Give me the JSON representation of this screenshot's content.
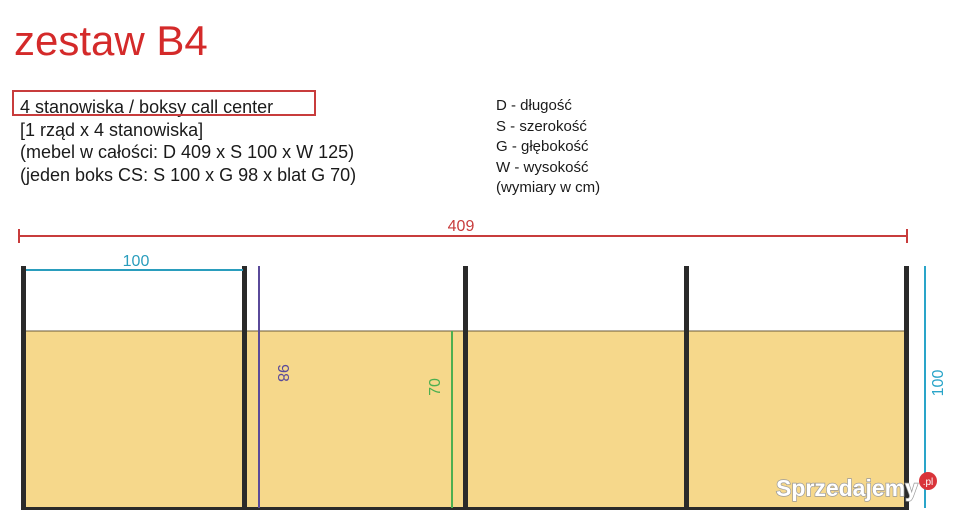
{
  "title": "zestaw B4",
  "description": {
    "highlight": "4 stanowiska / boksy call center",
    "lines": [
      "[1 rząd x 4 stanowiska]",
      "(mebel w całości: D 409 x S 100 x W 125)",
      "(jeden boks CS: S 100 x G 98 x blat G 70)"
    ]
  },
  "legend": [
    "D - długość",
    "S - szerokość",
    "G - głębokość",
    "W - wysokość",
    "(wymiary w cm)"
  ],
  "dimensions": {
    "total_length": "409",
    "box_width": "100",
    "box_depth": "98",
    "desk_depth": "70",
    "height": "100"
  },
  "watermark": {
    "text": "Sprzedajemy",
    "suffix": ".pl"
  },
  "colors": {
    "title": "#d42a2a",
    "desk_fill": "#f6d88b",
    "panel": "#2a2a2a",
    "dim_total": "#c83c3c",
    "dim_width": "#2a9dbd",
    "dim_depth": "#5a4a9a",
    "dim_desk": "#4caf50",
    "dim_height": "#2aa5c9"
  }
}
